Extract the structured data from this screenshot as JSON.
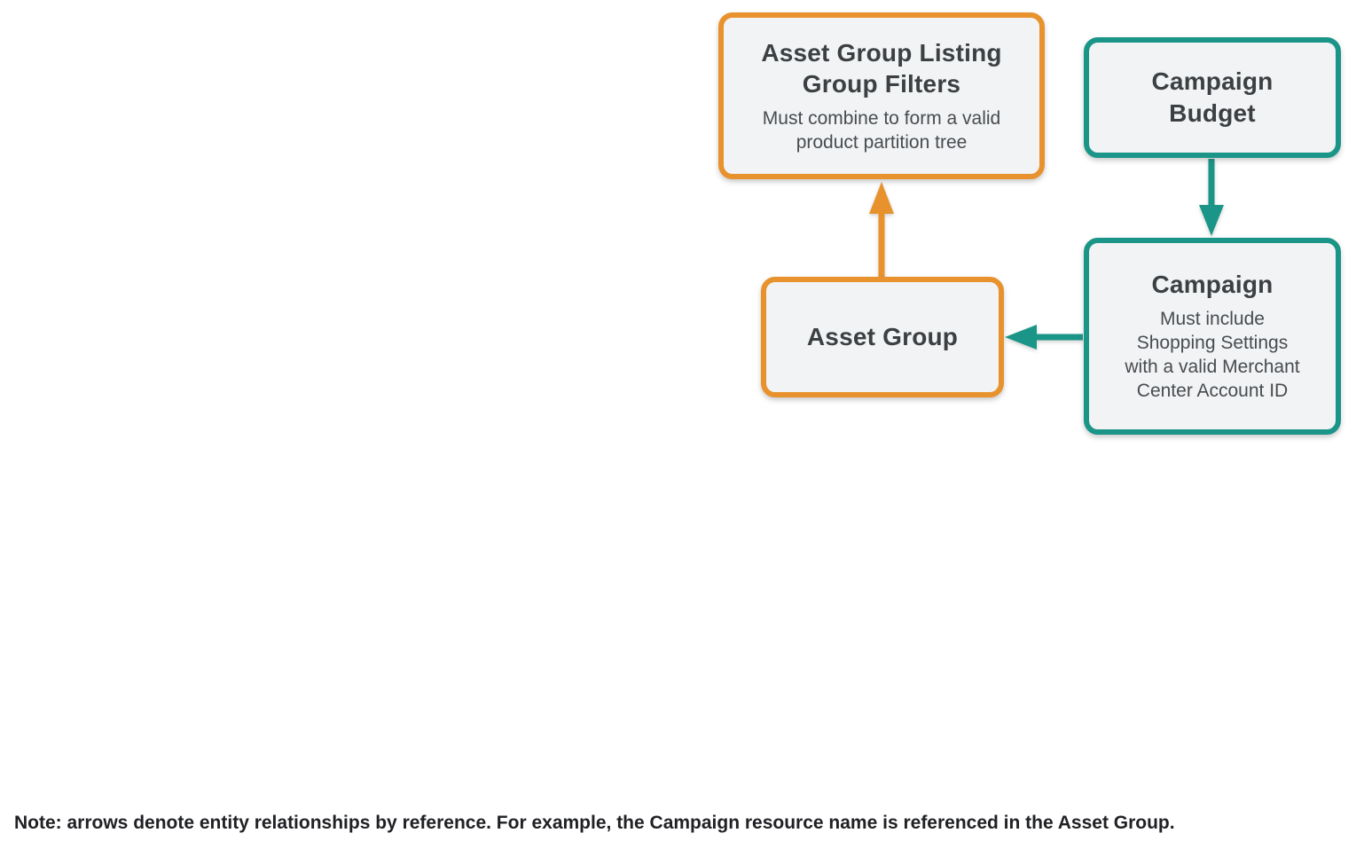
{
  "colors": {
    "orange": "#E8922E",
    "teal": "#1B9587",
    "box_bg": "#F1F3F4",
    "title_text": "#3C4043",
    "subtitle_text": "#484C50",
    "note_text": "#202124",
    "canvas_bg": "#FFFFFF"
  },
  "diagram": {
    "nodes": [
      {
        "id": "asset-group-listing-group-filters",
        "title": "Asset Group Listing\nGroup Filters",
        "subtitle": "Must combine to form a valid\nproduct partition tree",
        "accent": "#E8922E"
      },
      {
        "id": "campaign-budget",
        "title": "Campaign\nBudget",
        "subtitle": "",
        "accent": "#1B9587"
      },
      {
        "id": "asset-group",
        "title": "Asset Group",
        "subtitle": "",
        "accent": "#E8922E"
      },
      {
        "id": "campaign",
        "title": "Campaign",
        "subtitle": "Must include\nShopping Settings\nwith a valid Merchant\nCenter Account ID",
        "accent": "#1B9587"
      }
    ],
    "edges": [
      {
        "name": "asset-group-to-listing-group-filters",
        "from": "Asset Group",
        "to": "Asset Group Listing Group Filters",
        "color": "#E8922E"
      },
      {
        "name": "campaign-budget-to-campaign",
        "from": "Campaign Budget",
        "to": "Campaign",
        "color": "#1B9587"
      },
      {
        "name": "campaign-to-asset-group",
        "from": "Campaign",
        "to": "Asset Group",
        "color": "#1B9587"
      }
    ]
  },
  "note": "Note: arrows denote entity relationships by reference. For example, the Campaign resource name is referenced in the Asset Group."
}
